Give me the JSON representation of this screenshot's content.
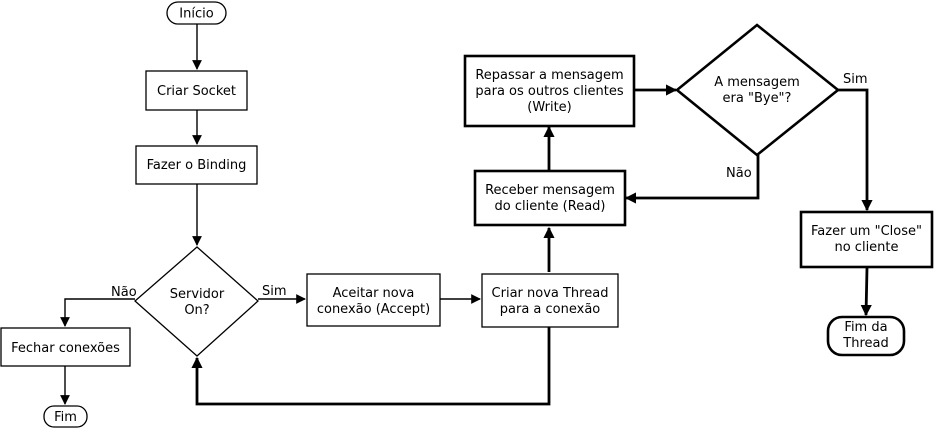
{
  "nodes": {
    "inicio": "Início",
    "criar_socket": "Criar Socket",
    "fazer_binding": "Fazer o Binding",
    "servidor_on": [
      "Servidor",
      "On?"
    ],
    "fechar_conexoes": "Fechar conexões",
    "fim": "Fim",
    "aceitar": [
      "Aceitar nova",
      "conexão (Accept)"
    ],
    "criar_thread": [
      "Criar nova Thread",
      "para a conexão"
    ],
    "receber": [
      "Receber mensagem",
      "do cliente (Read)"
    ],
    "repassar": [
      "Repassar a mensagem",
      "para os outros clientes",
      "(Write)"
    ],
    "mensagem_bye": [
      "A mensagem",
      "era \"Bye\"?"
    ],
    "fazer_close": [
      "Fazer um \"Close\"",
      "no cliente"
    ],
    "fim_thread": [
      "Fim da",
      "Thread"
    ]
  },
  "edge_labels": {
    "servidor_nao": "Não",
    "servidor_sim": "Sim",
    "bye_sim": "Sim",
    "bye_nao": "Não"
  }
}
